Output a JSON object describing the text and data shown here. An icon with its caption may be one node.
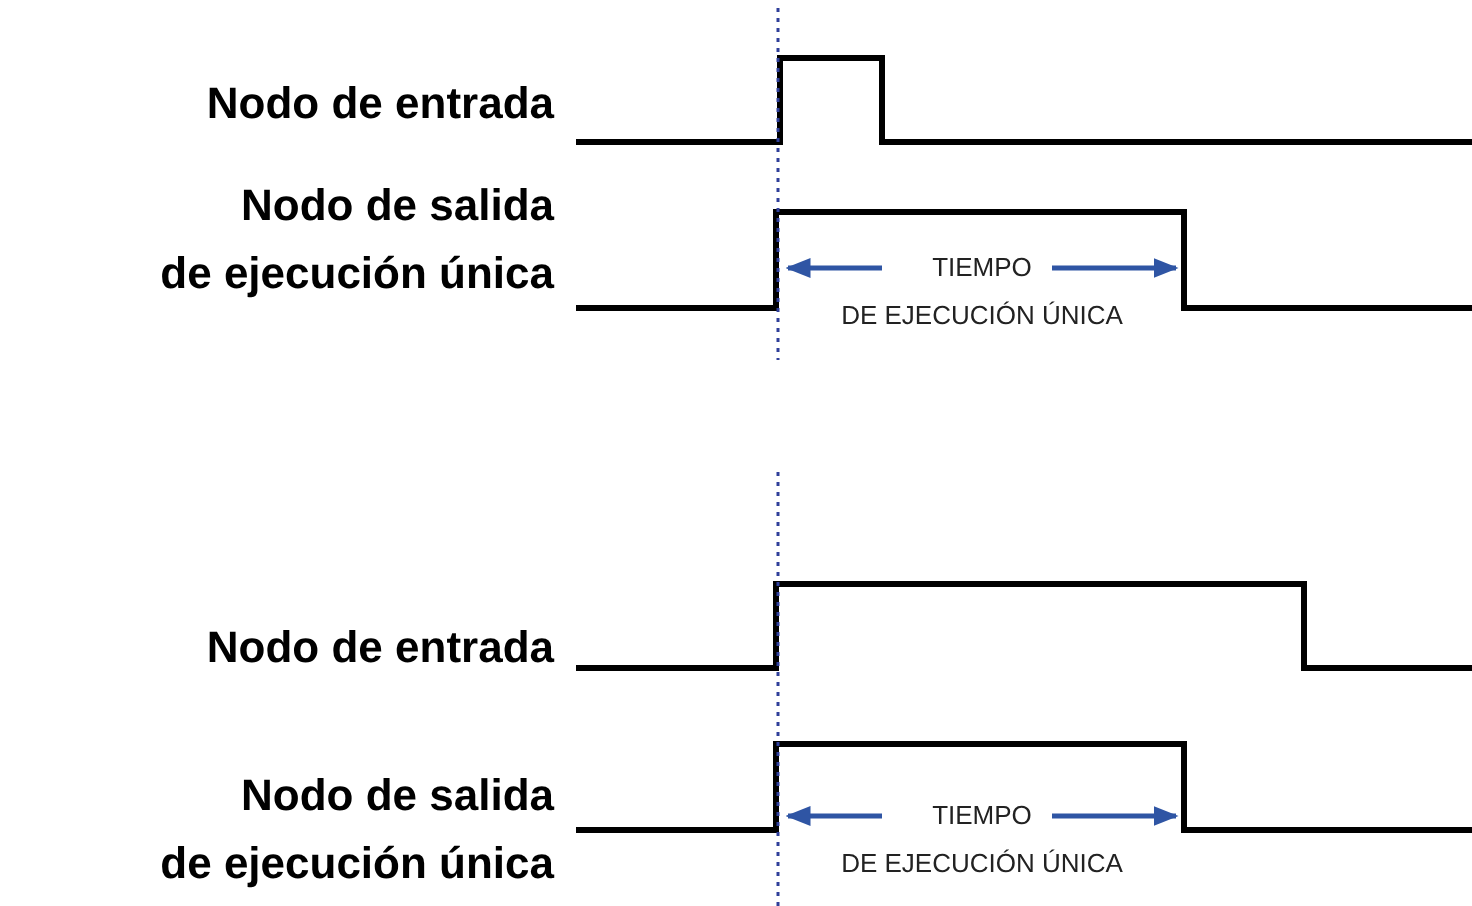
{
  "diagram": {
    "labels": [
      "Nodo de entrada",
      "Nodo de salida de ejecución única",
      "TIEMPO DE EJECUCIÓN ÚNICA",
      "Nodo de entrada",
      "Nodo de salida de ejecución única",
      "TIEMPO DE EJECUCIÓN ÚNICA"
    ]
  }
}
